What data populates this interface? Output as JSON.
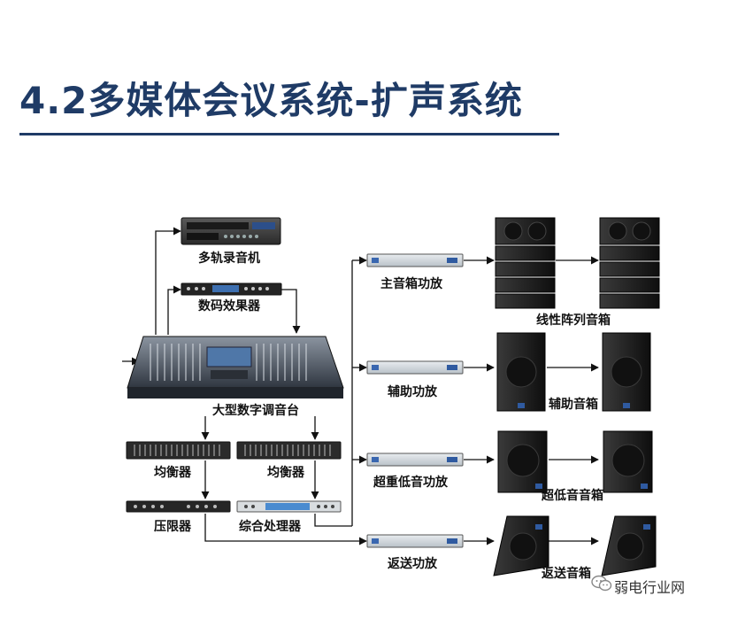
{
  "title": "4.2多媒体会议系统-扩声系统",
  "labels": {
    "recorder": "多轨录音机",
    "effects": "数码效果器",
    "console": "大型数字调音台",
    "eq_left": "均衡器",
    "eq_right": "均衡器",
    "limiter": "压限器",
    "processor": "综合处理器",
    "main_amp": "主音箱功放",
    "aux_amp": "辅助功放",
    "sub_amp": "超重低音功放",
    "return_amp": "返送功放",
    "line_array": "线性阵列音箱",
    "aux_speaker": "辅助音箱",
    "sub_speaker": "超低音音箱",
    "return_speaker": "返送音箱"
  },
  "watermark": "弱电行业网",
  "colors": {
    "title": "#1f3b66",
    "rule": "#1f3b66",
    "equipment": "#1c1c1c"
  }
}
